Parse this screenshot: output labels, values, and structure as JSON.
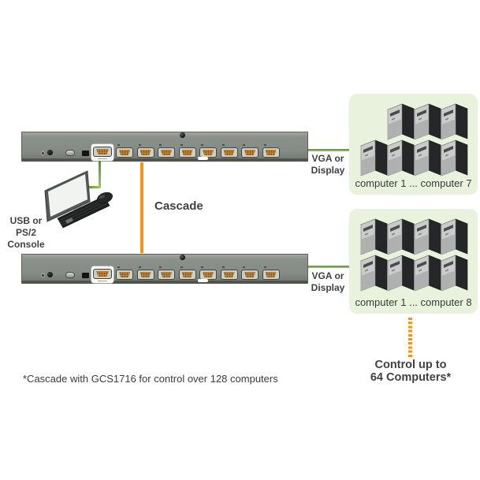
{
  "labels": {
    "cascade": "Cascade",
    "console_line1": "USB or PS/2",
    "console_line2": "Console",
    "vga_line1": "VGA or",
    "vga_line2": "Display",
    "control_line1": "Control up to",
    "control_line2": "64 Computers*",
    "footnote": "*Cascade with GCS1716 for control over 128 computers"
  },
  "devices": [
    {
      "name": "kvm-switch-top",
      "cpu_port_count": 8
    },
    {
      "name": "kvm-switch-bottom",
      "cpu_port_count": 8
    }
  ],
  "computer_groups": [
    {
      "caption": "computer 1 ... computer 7",
      "rows": [
        3,
        4
      ]
    },
    {
      "caption": "computer 1 ... computer 8",
      "rows": [
        4,
        4
      ]
    }
  ],
  "colors": {
    "connection_green": "#76b043",
    "cascade_orange": "#f6921e",
    "group_box_fill": "#e9f2dc",
    "device_body_gray": "#868c86",
    "port_insert_orange": "#c0802f",
    "console_port_highlight": "#ffffff",
    "text_dark": "#414042"
  }
}
